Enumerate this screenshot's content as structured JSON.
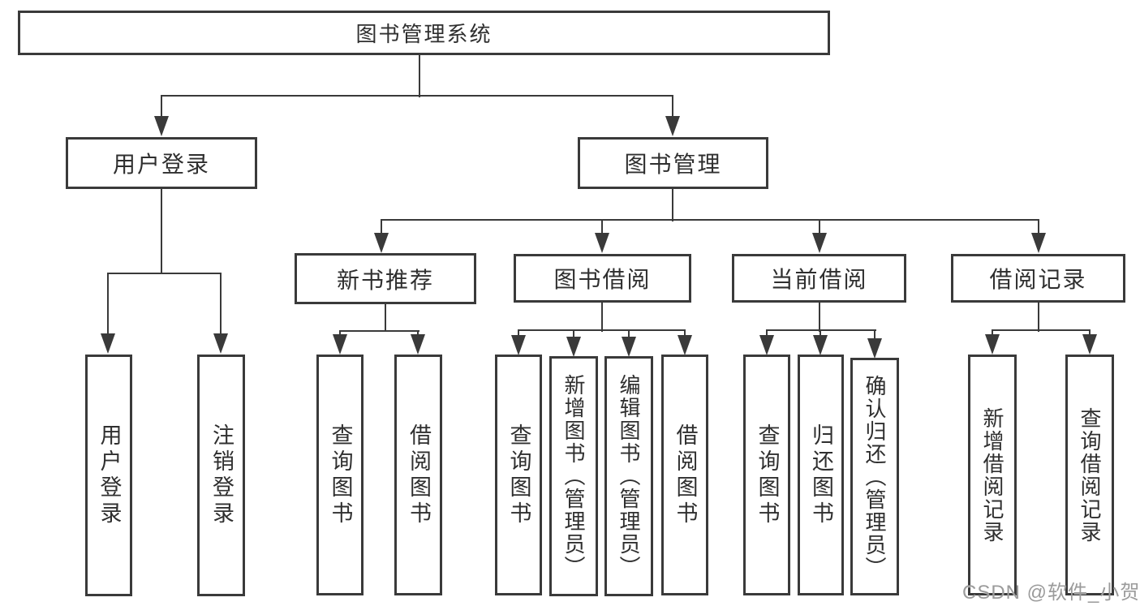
{
  "diagram_title": "图书管理系统",
  "watermark": "CSDN @软件_小贺同学",
  "colors": {
    "line": "#3a3a3a",
    "text": "#2f2f2f",
    "background": "#ffffff",
    "watermark": "#9b9b9b"
  },
  "tree": {
    "root": {
      "label": "图书管理系统",
      "children": [
        {
          "label": "用户登录",
          "children": [
            {
              "label": "用户登录"
            },
            {
              "label": "注销登录"
            }
          ]
        },
        {
          "label": "图书管理",
          "children": [
            {
              "label": "新书推荐",
              "children": [
                {
                  "label": "查询图书"
                },
                {
                  "label": "借阅图书"
                }
              ]
            },
            {
              "label": "图书借阅",
              "children": [
                {
                  "label": "查询图书"
                },
                {
                  "label": "新增图书（管理员）"
                },
                {
                  "label": "编辑图书（管理员）"
                },
                {
                  "label": "借阅图书"
                }
              ]
            },
            {
              "label": "当前借阅",
              "children": [
                {
                  "label": "查询图书"
                },
                {
                  "label": "归还图书"
                },
                {
                  "label": "确认归还（管理员）"
                }
              ]
            },
            {
              "label": "借阅记录",
              "children": [
                {
                  "label": "新增借阅记录"
                },
                {
                  "label": "查询借阅记录"
                }
              ]
            }
          ]
        }
      ]
    }
  }
}
